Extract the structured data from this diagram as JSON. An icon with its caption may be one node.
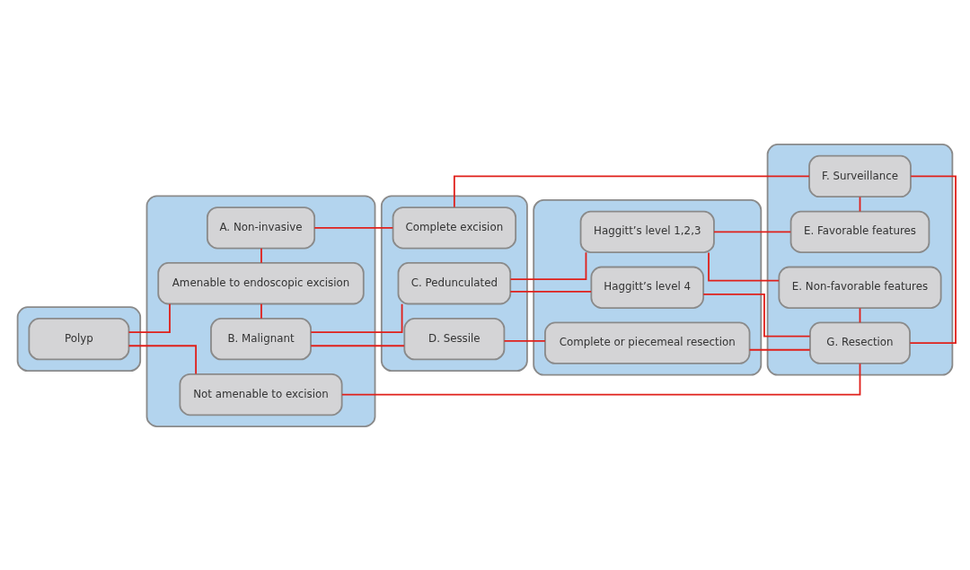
{
  "diagram": {
    "nodes": [
      {
        "text": [],
        "shape": "box"
      },
      {
        "text": [
          "Polyp"
        ],
        "in": 0
      },
      {
        "text": [],
        "shape": "box"
      },
      {
        "text": [
          "A. Non-invasive"
        ],
        "in": 2
      },
      {
        "text": [
          "Amenable to endoscopic excision"
        ],
        "in": 2
      },
      {
        "text": [
          "B. Malignant"
        ],
        "in": 2
      },
      {
        "text": [
          "Not amenable to excision"
        ],
        "in": 2
      },
      {
        "text": [],
        "shape": "box"
      },
      {
        "text": [
          "Complete excision"
        ],
        "in": 7
      },
      {
        "text": [
          "C. Pedunculated"
        ],
        "in": 7
      },
      {
        "text": [
          "D. Sessile"
        ],
        "in": 7
      },
      {
        "text": [],
        "shape": "box"
      },
      {
        "text": [
          "Haggitt’s level 1,2,3"
        ],
        "in": 11
      },
      {
        "text": [
          "Haggitt’s level 4"
        ],
        "in": 11
      },
      {
        "text": [
          "Complete or piecemeal resection"
        ],
        "in": 11
      },
      {
        "text": [],
        "shape": "box"
      },
      {
        "text": [
          "F. Surveillance"
        ],
        "in": 15
      },
      {
        "text": [
          "E. Favorable features"
        ],
        "in": 15
      },
      {
        "text": [
          "E. Non-favorable features"
        ],
        "in": 15
      },
      {
        "text": [
          "G. Resection"
        ],
        "in": 15
      }
    ],
    "edges": [
      {
        "from": 1,
        "to": 4,
        "arrow": "none"
      },
      {
        "from": 1,
        "to": 6,
        "arrow": "none"
      },
      {
        "from": 4,
        "to": 3,
        "arrow": "none"
      },
      {
        "from": 4,
        "to": 5,
        "arrow": "none"
      },
      {
        "from": 3,
        "to": 8,
        "arrow": "none"
      },
      {
        "from": 8,
        "to": 16,
        "arrow": "none"
      },
      {
        "from": 16,
        "to": 17,
        "arrow": "none"
      },
      {
        "from": 5,
        "to": 9,
        "arrow": "none"
      },
      {
        "from": 5,
        "to": 10,
        "arrow": "none"
      },
      {
        "from": 9,
        "to": 12,
        "arrow": "none"
      },
      {
        "from": 9,
        "to": 13,
        "arrow": "none"
      },
      {
        "from": 10,
        "to": 14,
        "arrow": "none"
      },
      {
        "from": 12,
        "to": 17,
        "arrow": "none"
      },
      {
        "from": 12,
        "to": 18,
        "arrow": "none"
      },
      {
        "from": 13,
        "to": 19,
        "arrow": "none"
      },
      {
        "from": 14,
        "to": 19,
        "arrow": "none"
      },
      {
        "from": 18,
        "to": 19,
        "arrow": "none"
      },
      {
        "from": 6,
        "to": 19,
        "arrow": "none"
      },
      {
        "from": 19,
        "to": 16,
        "arrow": "none"
      }
    ]
  }
}
